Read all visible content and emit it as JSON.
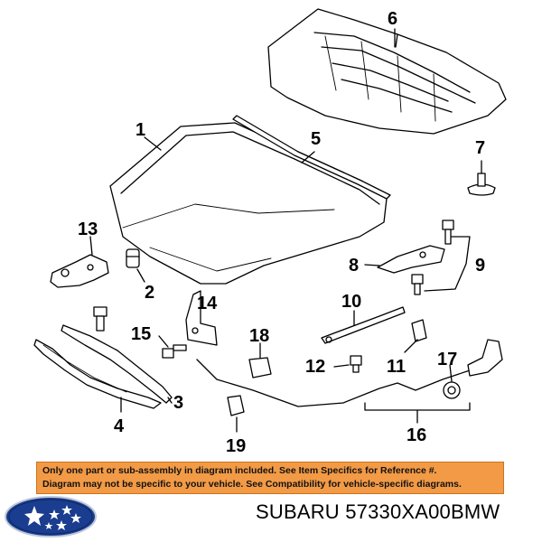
{
  "callouts": {
    "c1": "1",
    "c2": "2",
    "c3": "3",
    "c4": "4",
    "c5": "5",
    "c6": "6",
    "c7": "7",
    "c8": "8",
    "c9": "9",
    "c10": "10",
    "c11": "11",
    "c12": "12",
    "c13": "13",
    "c14": "14",
    "c15": "15",
    "c16": "16",
    "c17": "17",
    "c18": "18",
    "c19": "19"
  },
  "notice": {
    "line1": "Only one part or sub-assembly in diagram included. See Item Specifics for Reference #.",
    "line2": "Diagram may not be specific to your vehicle. See Compatibility for vehicle-specific diagrams."
  },
  "footer": {
    "part_label": "SUBARU 57330XA00BMW"
  },
  "colors": {
    "notice_bg": "#f29a46",
    "logo_blue": "#1a3d8f"
  }
}
